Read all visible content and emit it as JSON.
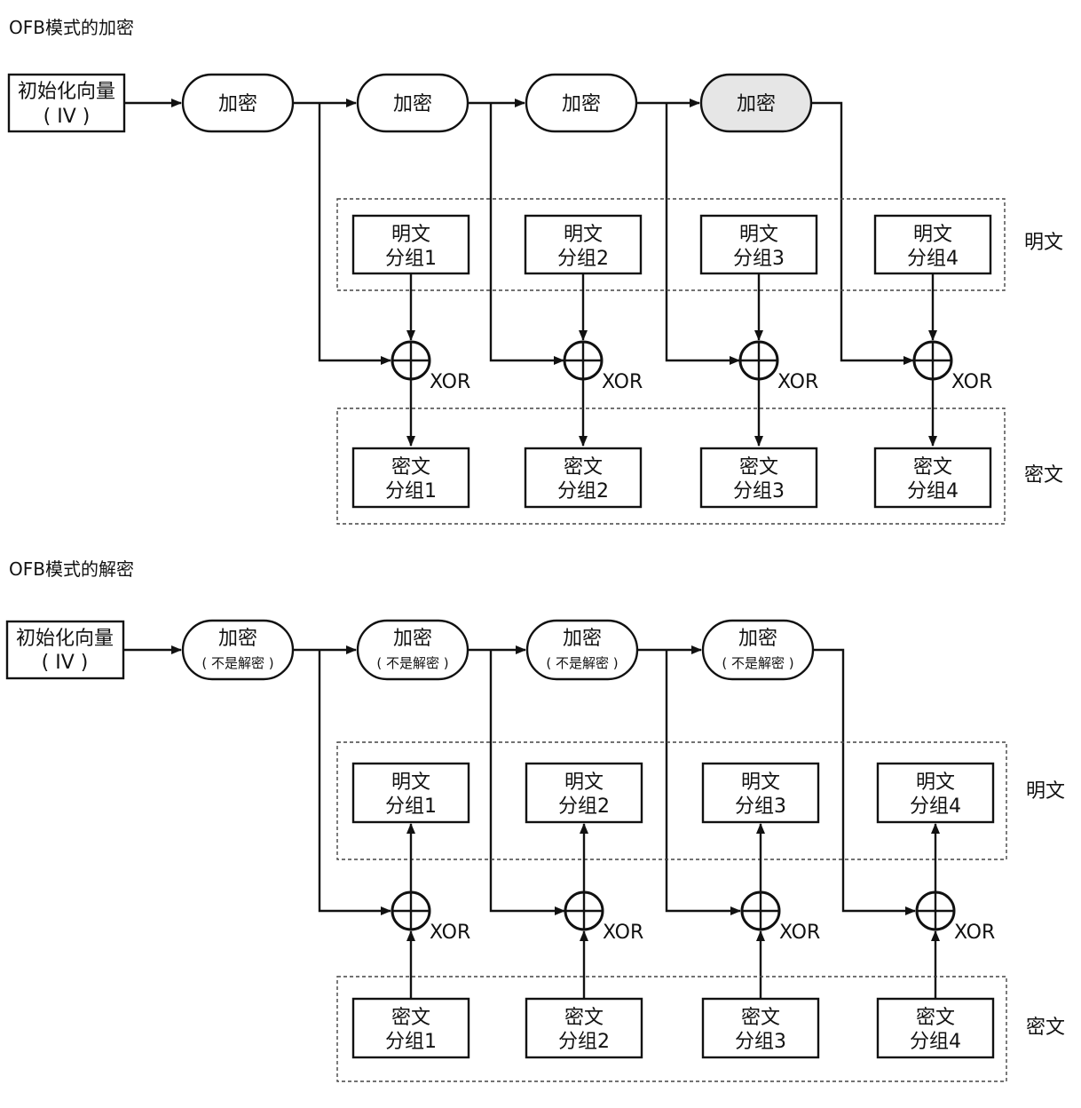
{
  "colors": {
    "stroke": "#111111",
    "background": "#ffffff",
    "shaded_block": "#e6e6e6"
  },
  "encryption": {
    "title": "OFB模式的加密",
    "iv": {
      "line1": "初始化向量",
      "line2": "( IV )"
    },
    "cipher_blocks": [
      {
        "label": "加密",
        "sub": ""
      },
      {
        "label": "加密",
        "sub": ""
      },
      {
        "label": "加密",
        "sub": ""
      },
      {
        "label": "加密",
        "sub": ""
      }
    ],
    "plaintext_blocks": [
      {
        "line1": "明文",
        "line2": "分组1"
      },
      {
        "line1": "明文",
        "line2": "分组2"
      },
      {
        "line1": "明文",
        "line2": "分组3"
      },
      {
        "line1": "明文",
        "line2": "分组4"
      }
    ],
    "ciphertext_blocks": [
      {
        "line1": "密文",
        "line2": "分组1"
      },
      {
        "line1": "密文",
        "line2": "分组2"
      },
      {
        "line1": "密文",
        "line2": "分组3"
      },
      {
        "line1": "密文",
        "line2": "分组4"
      }
    ],
    "xor_label": "XOR",
    "plaintext_group_label": "明文",
    "ciphertext_group_label": "密文"
  },
  "decryption": {
    "title": "OFB模式的解密",
    "iv": {
      "line1": "初始化向量",
      "line2": "( IV )"
    },
    "cipher_blocks": [
      {
        "label": "加密",
        "sub": "( 不是解密 )"
      },
      {
        "label": "加密",
        "sub": "( 不是解密 )"
      },
      {
        "label": "加密",
        "sub": "( 不是解密 )"
      },
      {
        "label": "加密",
        "sub": "( 不是解密 )"
      }
    ],
    "plaintext_blocks": [
      {
        "line1": "明文",
        "line2": "分组1"
      },
      {
        "line1": "明文",
        "line2": "分组2"
      },
      {
        "line1": "明文",
        "line2": "分组3"
      },
      {
        "line1": "明文",
        "line2": "分组4"
      }
    ],
    "ciphertext_blocks": [
      {
        "line1": "密文",
        "line2": "分组1"
      },
      {
        "line1": "密文",
        "line2": "分组2"
      },
      {
        "line1": "密文",
        "line2": "分组3"
      },
      {
        "line1": "密文",
        "line2": "分组4"
      }
    ],
    "xor_label": "XOR",
    "plaintext_group_label": "明文",
    "ciphertext_group_label": "密文"
  }
}
